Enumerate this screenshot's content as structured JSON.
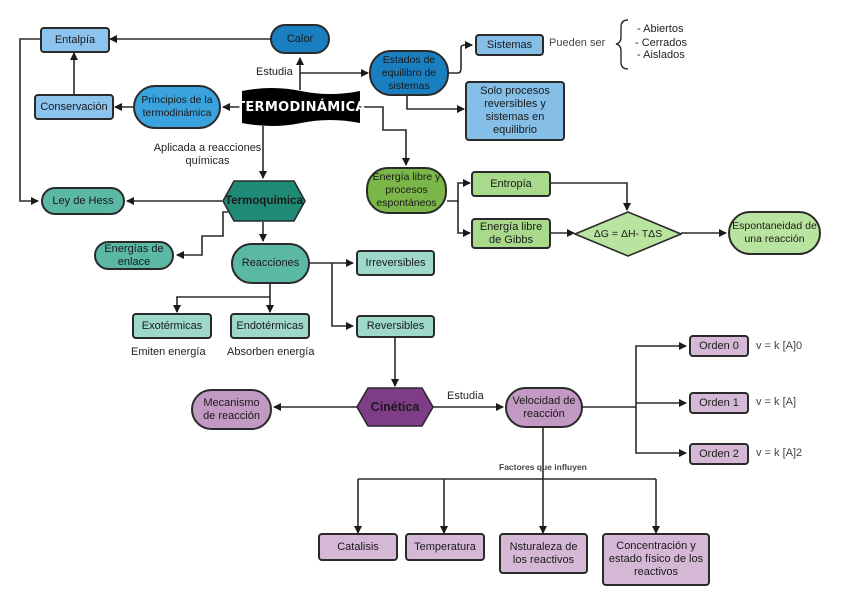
{
  "diagram": {
    "central": {
      "termodinamica": "TERMODINÁMICA"
    },
    "nodes": {
      "entalpia": "Entalpía",
      "calor": "Calor",
      "conservacion": "Conservación",
      "principios": "Principios de la termodinámica",
      "estados": "Estados de equilibro de sistemas",
      "sistemas": "Sistemas",
      "solo_procesos": "Solo procesos reversibles y sistemas en equilibrio",
      "ley_hess": "Ley de Hess",
      "termoquimica": "Termoquímica",
      "energias_enlace": "Energías de enlace",
      "reacciones": "Reacciones",
      "irreversibles": "Irreversibles",
      "reversibles": "Reversibles",
      "exotermicas": "Exotérmicas",
      "endotermicas": "Endotérmicas",
      "energia_libre": "Energía libre y procesos espontáneos",
      "entropia": "Entropía",
      "gibbs": "Energía libre de Gibbs",
      "ecuacion": "ΔG = ΔH- TΔS",
      "espontaneidad": "Espontaneidad de una reacción",
      "cinetica": "Cinética",
      "mecanismo": "Mecanismo de reacción",
      "velocidad": "Velocidad de reacción",
      "orden0": "Orden 0",
      "orden1": "Orden 1",
      "orden2": "Orden 2",
      "catalisis": "Catalisis",
      "temperatura": "Temperatura",
      "naturaleza": "Nsturaleza de los reactivos",
      "concentracion": "Concentración y estado físico de los reactivos"
    },
    "labels": {
      "estudia_top": "Estudia",
      "aplicada": "Aplicada a reacciones químicas",
      "pueden_ser": "Pueden ser",
      "abiertos": "- Abiertos",
      "cerrados": "- Cerrados",
      "aislados": "- Aislados",
      "emiten": "Emiten energía",
      "absorben": "Absorben energía",
      "estudia_cinetica": "Estudia",
      "factores": "Factores que influyen",
      "v0": "v = k [A]0",
      "v1": "v = k [A]",
      "v2": "v = k [A]2"
    },
    "colors": {
      "termodinamica_bg": "#000000",
      "blue_dark": "#1a7fc0",
      "blue_mid": "#3aa2dc",
      "blue_light": "#8cc4ee",
      "teal_dark": "#1f8a76",
      "teal": "#5bb8a5",
      "teal_light": "#9ed8cb",
      "green": "#7ab648",
      "green_light": "#a9d98a",
      "purple_dark": "#7e3d86",
      "purple_light": "#c199c2",
      "purple_pale": "#d5b8d5"
    }
  }
}
